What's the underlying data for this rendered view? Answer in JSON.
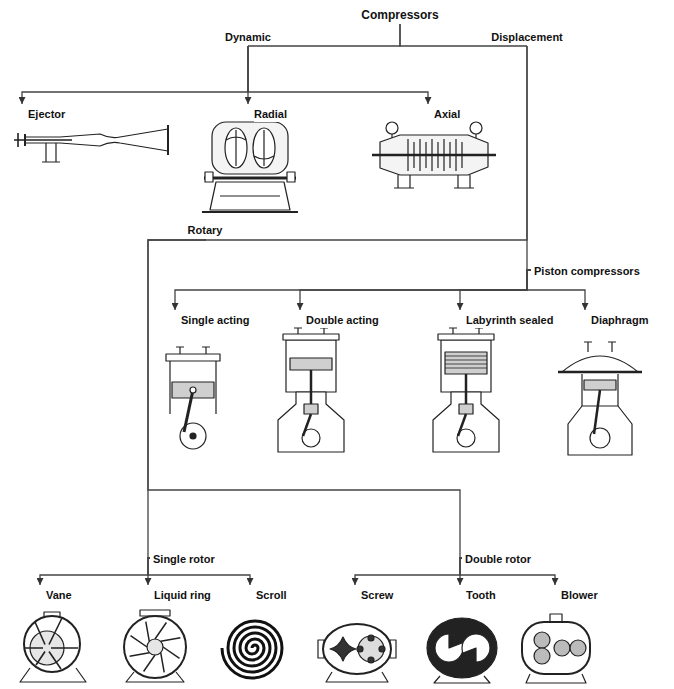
{
  "diagram": {
    "nodes": [
      {
        "text": [
          "Compressors"
        ]
      },
      {
        "text": [
          "Dynamic"
        ]
      },
      {
        "text": [
          "Displacement"
        ]
      },
      {
        "text": [
          "Ejector"
        ]
      },
      {
        "text": [
          "Radial"
        ]
      },
      {
        "text": [
          "Axial"
        ]
      },
      {
        "text": [
          "Rotary"
        ]
      },
      {
        "text": [
          "Piston compressors"
        ]
      },
      {
        "text": [
          "Single acting"
        ]
      },
      {
        "text": [
          "Double acting"
        ]
      },
      {
        "text": [
          "Labyrinth sealed"
        ]
      },
      {
        "text": [
          "Diaphragm"
        ]
      },
      {
        "text": [
          "Single rotor"
        ]
      },
      {
        "text": [
          "Double rotor"
        ]
      },
      {
        "text": [
          "Vane"
        ]
      },
      {
        "text": [
          "Liquid ring"
        ]
      },
      {
        "text": [
          "Scroll"
        ]
      },
      {
        "text": [
          "Screw"
        ]
      },
      {
        "text": [
          "Tooth"
        ]
      },
      {
        "text": [
          "Blower"
        ]
      }
    ],
    "edges": [
      {
        "from": 0,
        "to": 1,
        "arrow": "none"
      },
      {
        "from": 0,
        "to": 2,
        "arrow": "none"
      },
      {
        "from": 1,
        "to": 3,
        "arrow": "to"
      },
      {
        "from": 1,
        "to": 4,
        "arrow": "to"
      },
      {
        "from": 1,
        "to": 5,
        "arrow": "to"
      },
      {
        "from": 2,
        "to": 6,
        "arrow": "none"
      },
      {
        "from": 2,
        "to": 7,
        "arrow": "none"
      },
      {
        "from": 7,
        "to": 8,
        "arrow": "to"
      },
      {
        "from": 7,
        "to": 9,
        "arrow": "to"
      },
      {
        "from": 7,
        "to": 10,
        "arrow": "to"
      },
      {
        "from": 7,
        "to": 11,
        "arrow": "to"
      },
      {
        "from": 6,
        "to": 12,
        "arrow": "none"
      },
      {
        "from": 6,
        "to": 13,
        "arrow": "none"
      },
      {
        "from": 12,
        "to": 14,
        "arrow": "to"
      },
      {
        "from": 12,
        "to": 15,
        "arrow": "to"
      },
      {
        "from": 12,
        "to": 16,
        "arrow": "to"
      },
      {
        "from": 13,
        "to": 17,
        "arrow": "to"
      },
      {
        "from": 13,
        "to": 18,
        "arrow": "to"
      },
      {
        "from": 13,
        "to": 19,
        "arrow": "to"
      }
    ]
  }
}
